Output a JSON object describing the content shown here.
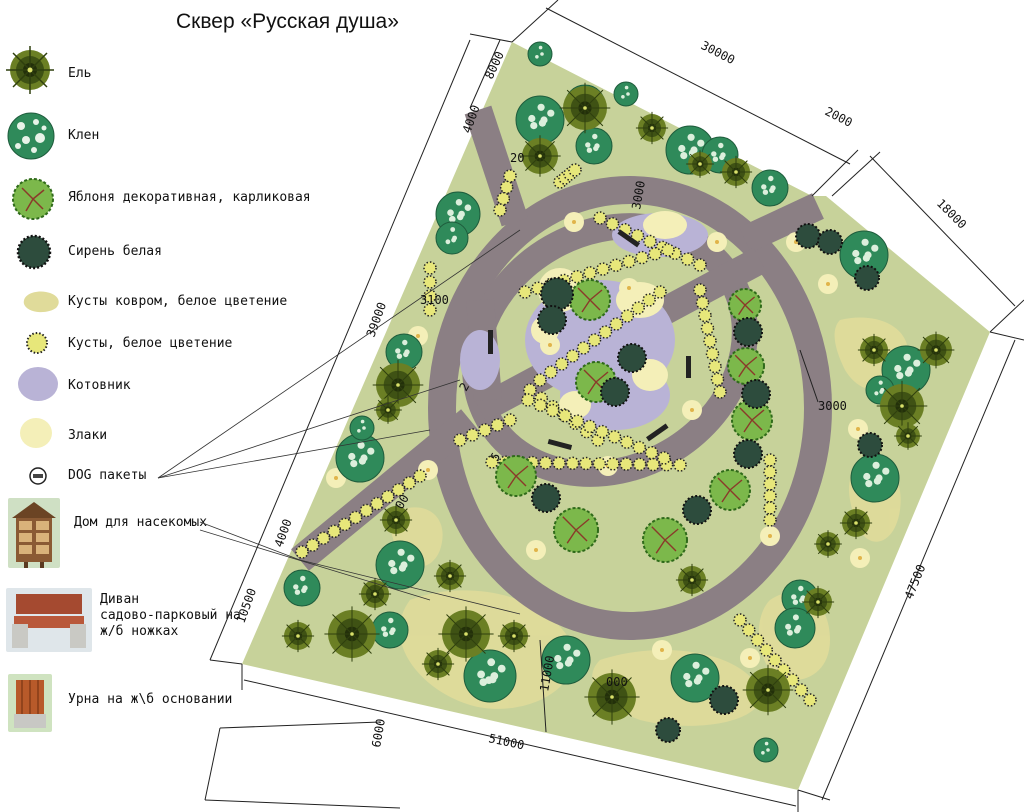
{
  "title": "Сквер «Русская душа»",
  "legend": [
    {
      "key": "spruce",
      "label": "Ель",
      "icon": "spruce-icon"
    },
    {
      "key": "maple",
      "label": "Клен",
      "icon": "maple-icon"
    },
    {
      "key": "apple",
      "label": "Яблоня декоративная, карликовая",
      "icon": "apple-tree-icon"
    },
    {
      "key": "lilac",
      "label": "Сирень белая",
      "icon": "lilac-icon"
    },
    {
      "key": "carpet",
      "label": "Кусты ковром, белое цветение",
      "icon": "carpet-shrub-icon"
    },
    {
      "key": "shrubs",
      "label": "Кусты, белое цветение",
      "icon": "shrub-icon"
    },
    {
      "key": "catnip",
      "label": "Котовник",
      "icon": "catnip-icon"
    },
    {
      "key": "grass",
      "label": "Злаки",
      "icon": "grass-icon"
    },
    {
      "key": "dog",
      "label": "DOG  пакеты",
      "icon": "dog-bag-icon"
    },
    {
      "key": "insect",
      "label": "Дом для насекомых",
      "icon": "insect-house-icon"
    },
    {
      "key": "bench",
      "label": "Диван садово-парковый на ж/б ножках",
      "icon": "bench-icon"
    },
    {
      "key": "urn",
      "label": "Урна на ж\\б основании",
      "icon": "urn-icon"
    }
  ],
  "bench_label_lines": [
    "Диван",
    "садово-парковый на",
    "ж/б ножках"
  ],
  "dimensions": {
    "d30000": "30000",
    "d8000": "8000",
    "d4000top": "4000",
    "d2000": "2000",
    "d18000": "18000",
    "d39000": "39000",
    "d47500": "47500",
    "d51000": "51000",
    "d10500": "10500",
    "d4000left": "4000",
    "d6000": "6000",
    "d3000a": "3000",
    "d3000b": "3000",
    "d3100": "3100",
    "d11000": "11000",
    "d2a": "20",
    "d2b": "2",
    "d5": "5",
    "d00": "00",
    "d000": "000"
  },
  "colors": {
    "lawn": "#c7d29a",
    "path": "#8b7f84",
    "catnip": "#b9b3d6",
    "grass": "#f4efb8",
    "carpet": "#e0db9a",
    "spruce": "#3f5214",
    "maple": "#2f8a5a",
    "lilac": "#2d4c3d",
    "apple": "#6aa53a",
    "shrub": "#d8d86a",
    "outline": "#222222"
  }
}
